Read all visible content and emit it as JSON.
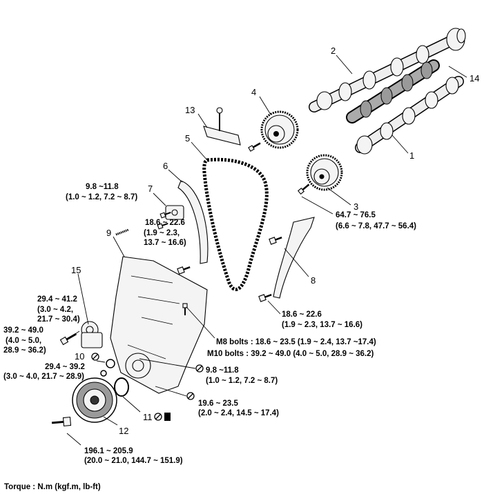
{
  "labels": {
    "p1": "1",
    "p2": "2",
    "p3": "3",
    "p4": "4",
    "p5": "5",
    "p6": "6",
    "p7": "7",
    "p8": "8",
    "p9": "9",
    "p10": "10",
    "p11": "11",
    "p12": "12",
    "p13": "13",
    "p14": "14",
    "p15": "15"
  },
  "torques": {
    "t_cam_1": "64.7 ~ 76.5",
    "t_cam_2": "(6.6 ~ 7.8, 47.7 ~ 56.4)",
    "t_tens_1": "9.8 ~11.8",
    "t_tens_2": "(1.0 ~ 1.2, 7.2 ~ 8.7)",
    "t_guide_1": "18.6 ~ 22.6",
    "t_guide_2": "(1.9 ~ 2.3,",
    "t_guide_3": "13.7 ~ 16.6)",
    "t_rguide_1": "18.6 ~ 22.6",
    "t_rguide_2": "(1.9 ~ 2.3, 13.7 ~ 16.6)",
    "t_m8": "M8 bolts : 18.6 ~ 23.5 (1.9 ~ 2.4, 13.7 ~17.4)",
    "t_m10": "M10 bolts : 39.2 ~ 49.0 (4.0 ~ 5.0, 28.9 ~ 36.2)",
    "t_15_1": "29.4 ~ 41.2",
    "t_15_2": "(3.0 ~ 4.2,",
    "t_15_3": "21.7 ~ 30.4)",
    "t_left_1": "39.2 ~ 49.0",
    "t_left_2": "(4.0 ~ 5.0,",
    "t_left_3": "28.9 ~ 36.2)",
    "t_10_1": "29.4 ~ 39.2",
    "t_10_2": "(3.0 ~ 4.0, 21.7 ~ 28.9)",
    "t_mid_1": "9.8 ~11.8",
    "t_mid_2": "(1.0 ~ 1.2, 7.2 ~ 8.7)",
    "t_low_1": "19.6 ~ 23.5",
    "t_low_2": "(2.0 ~ 2.4, 14.5 ~ 17.4)",
    "t_pulley_1": "196.1 ~ 205.9",
    "t_pulley_2": "(20.0 ~ 21.0, 144.7 ~ 151.9)"
  },
  "footer": {
    "torque_units": "Torque : N.m (kgf.m, lb-ft)"
  }
}
